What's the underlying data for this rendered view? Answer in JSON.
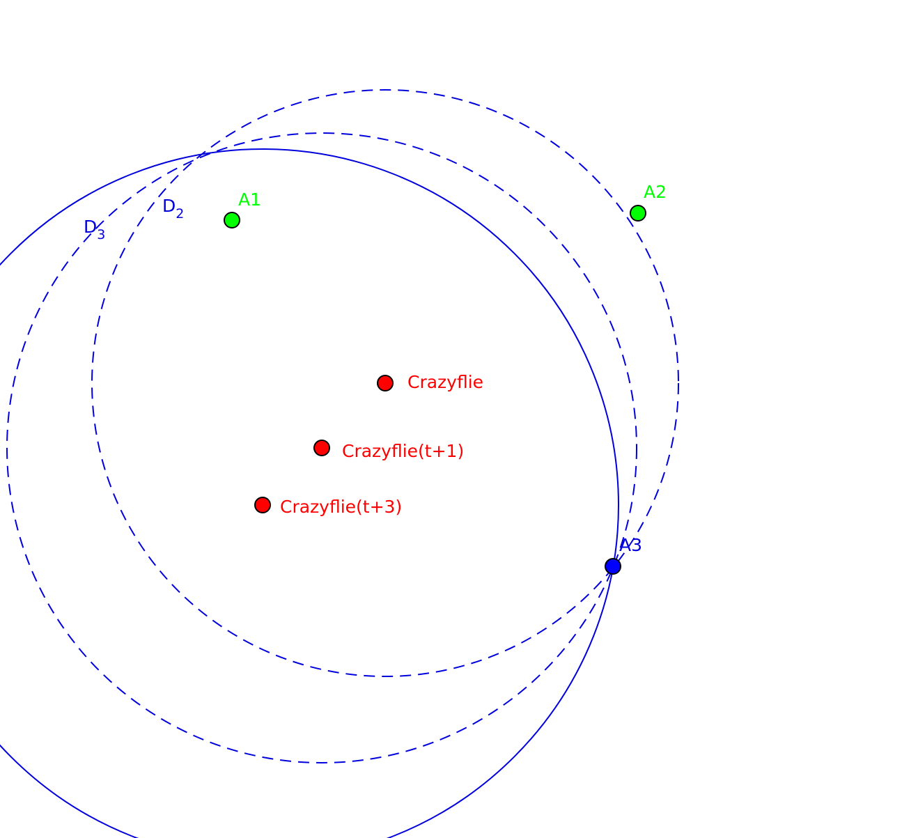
{
  "colors": {
    "anchor": "#00ff00",
    "anchor_active": "#0000ff",
    "crazyflie": "#ff0000",
    "circle": "#0000dd",
    "outline": "#000000",
    "background": "#ffffff"
  },
  "anchors": [
    {
      "label": "A1"
    },
    {
      "label": "A2"
    },
    {
      "label": "A3"
    }
  ],
  "crazyflie_points": [
    {
      "label": "Crazyflie"
    },
    {
      "label": "Crazyflie(t+1)"
    },
    {
      "label": "Crazyflie(t+3)"
    }
  ],
  "circle_labels": [
    {
      "main": "D",
      "sub": "2"
    },
    {
      "main": "D",
      "sub": "3"
    }
  ]
}
